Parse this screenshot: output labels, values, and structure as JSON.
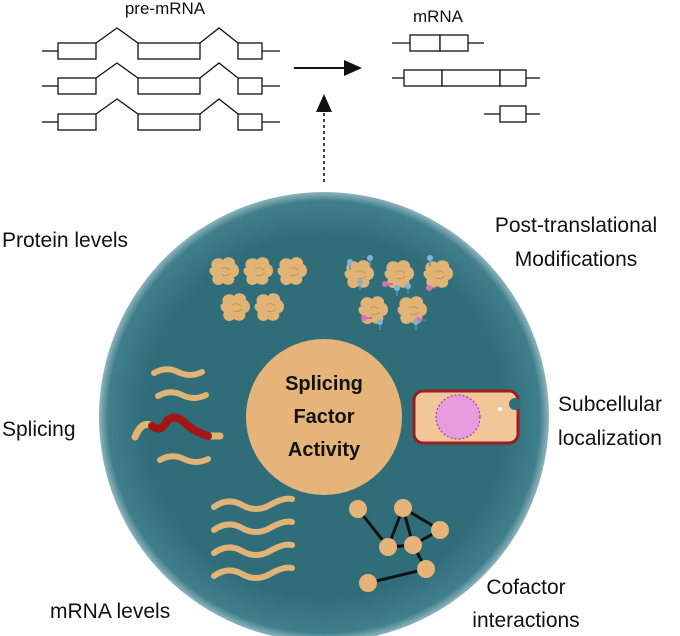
{
  "header": {
    "pre_mrna_label": "pre-mRNA",
    "mrna_label": "mRNA"
  },
  "center": {
    "line1": "Splicing",
    "line2": "Factor",
    "line3": "Activity"
  },
  "labels": {
    "protein_levels": "Protein levels",
    "ptm_line1": "Post-translational",
    "ptm_line2": "Modifications",
    "splicing": "Splicing",
    "subcellular_line1": "Subcellular",
    "subcellular_line2": "localization",
    "mrna_levels": "mRNA levels",
    "cofactor_line1": "Cofactor",
    "cofactor_line2": "interactions"
  },
  "colors": {
    "cell": "#2f6d79",
    "cell_edge": "#5e9aa7",
    "center": "#e6b479",
    "protein": "#e1b476",
    "transcript": "#e1b476",
    "aberrant_transcript": "#a41515",
    "mod_blue": "#7fb4da",
    "mod_pink": "#d56fc1",
    "cell_box_fill": "#f1c79a",
    "cell_box_border": "#9b1d1d",
    "nucleus": "#e99be0",
    "network_node": "#e6b479"
  },
  "icons": {
    "proteins": "protein-blob-icon",
    "modified_proteins": "modified-protein-icon",
    "subcellular": "cell-compartment-icon",
    "cofactor": "interaction-network-icon",
    "splicing": "spliced-transcript-icon",
    "mrna": "mrna-wave-icon"
  }
}
